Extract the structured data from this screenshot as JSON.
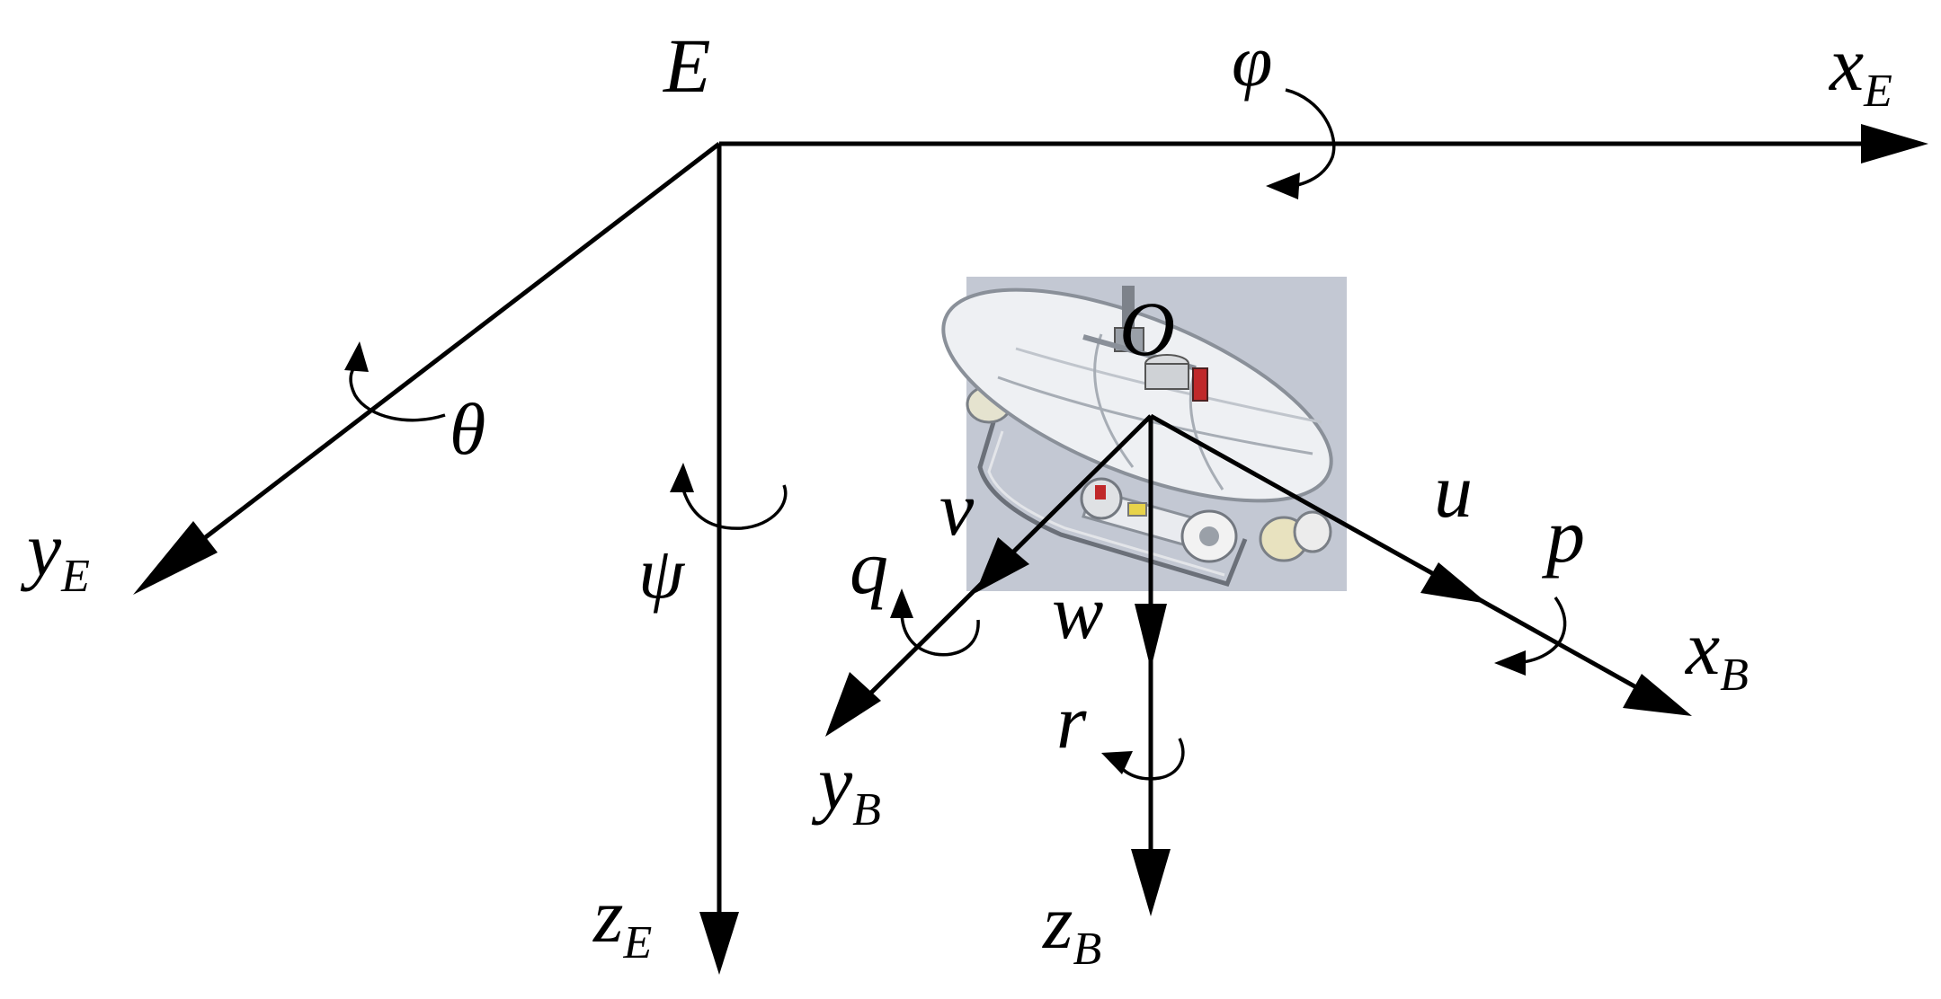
{
  "earth_frame": {
    "origin": "E",
    "x_axis": {
      "base": "x",
      "sub": "E"
    },
    "y_axis": {
      "base": "y",
      "sub": "E"
    },
    "z_axis": {
      "base": "z",
      "sub": "E"
    },
    "rot_x": "φ",
    "rot_y": "θ",
    "rot_z": "ψ"
  },
  "body_frame": {
    "origin": "O",
    "x_axis": {
      "base": "x",
      "sub": "B"
    },
    "y_axis": {
      "base": "y",
      "sub": "B"
    },
    "z_axis": {
      "base": "z",
      "sub": "B"
    },
    "vel_x": "u",
    "vel_y": "v",
    "vel_z": "w",
    "rate_x": "p",
    "rate_y": "q",
    "rate_z": "r"
  },
  "colors": {
    "axes": "#000000",
    "vehicle_backdrop": "#c3c8d3",
    "hull": "#eef0f3",
    "hull_line": "#9aa0a8",
    "accent_red": "#c0282a",
    "accent_yellow": "#e8d34a"
  }
}
